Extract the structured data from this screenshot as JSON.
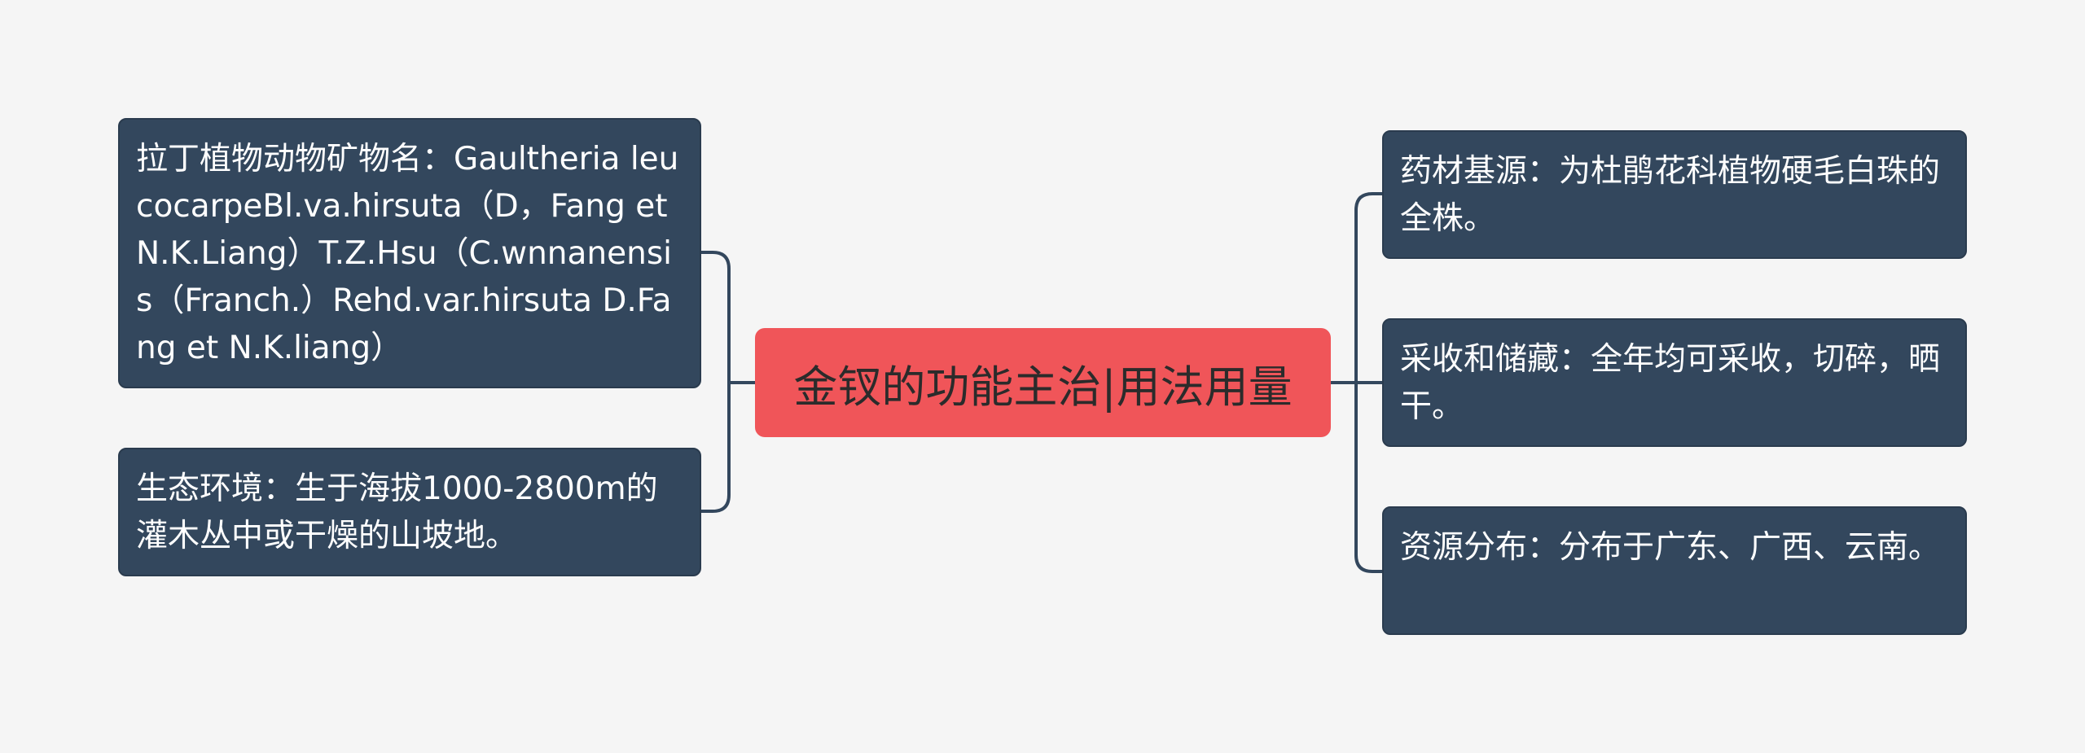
{
  "mindmap": {
    "center": {
      "text": "金钗的功能主治|用法用量",
      "color": "#f05559"
    },
    "left_branches": [
      {
        "text": "拉丁植物动物矿物名：Gaultheria leucocarpeBl.va.hirsuta（D，Fang etN.K.Liang）T.Z.Hsu（C.wnnanensis（Franch.）Rehd.var.hirsuta D.Fang et N.K.liang）"
      },
      {
        "text": "生态环境：生于海拔1000-2800m的灌木丛中或干燥的山坡地。"
      }
    ],
    "right_branches": [
      {
        "text": "药材基源：为杜鹃花科植物硬毛白珠的全株。"
      },
      {
        "text": "采收和储藏：全年均可采收，切碎，晒干。"
      },
      {
        "text": "资源分布：分布于广东、广西、云南。"
      }
    ],
    "colors": {
      "background": "#f5f5f5",
      "leaf": "#33475d",
      "connector": "#33475d",
      "center_text": "#2b2b2b",
      "leaf_text": "#ffffff"
    }
  }
}
